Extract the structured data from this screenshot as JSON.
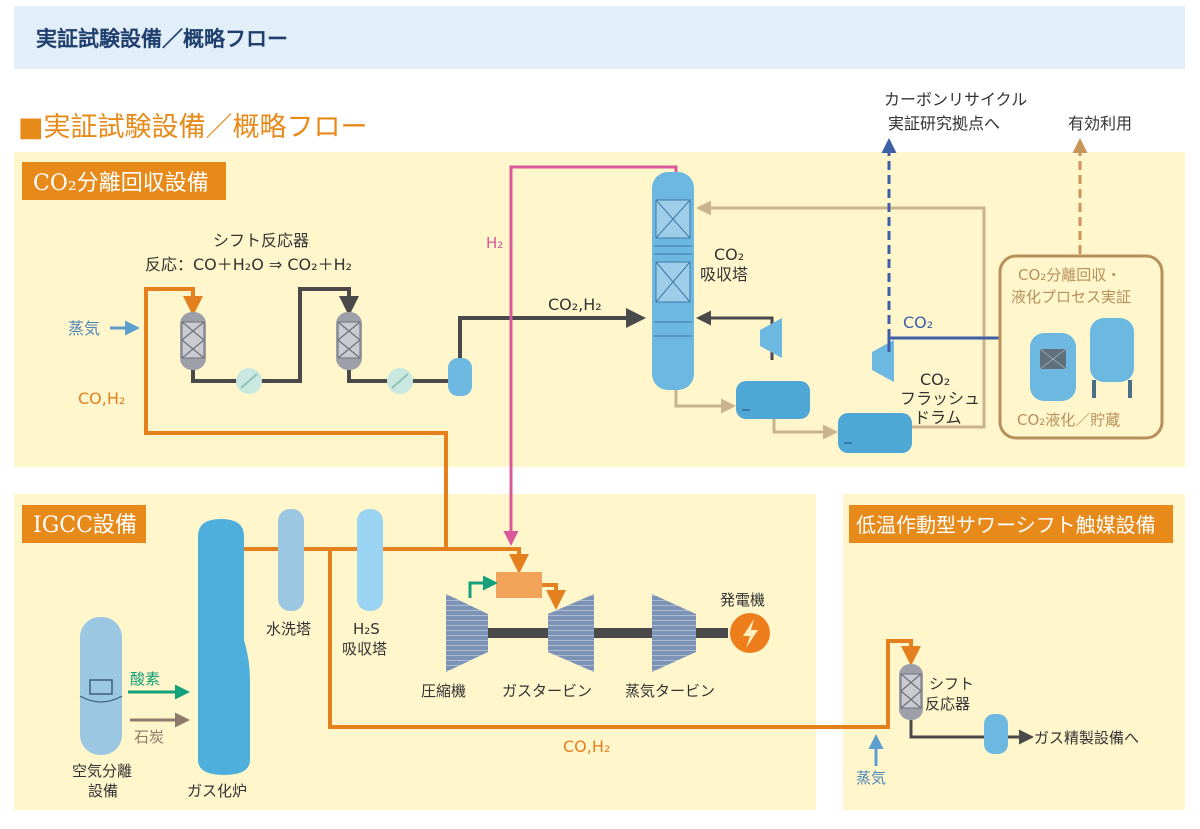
{
  "header": {
    "title": "実証試験設備／概略フロー"
  },
  "section_title": "■実証試験設備／概略フロー",
  "areas": {
    "co2": {
      "label": "CO₂分離回収設備"
    },
    "igcc": {
      "label": "IGCC設備"
    },
    "sour": {
      "label": "低温作動型サワーシフト触媒設備"
    },
    "liquefaction": {
      "line1": "CO₂分離回収・",
      "line2": "液化プロセス実証",
      "storage": "CO₂液化／貯蔵"
    }
  },
  "labels": {
    "shift_reactor": "シフト反応器",
    "reaction": "反応：CO＋H₂O ⇒ CO₂＋H₂",
    "steam": "蒸気",
    "co_h2": "CO,H₂",
    "co2_h2": "CO₂,H₂",
    "h2": "H₂",
    "absorber_1": "CO₂",
    "absorber_2": "吸収塔",
    "flash_1": "CO₂",
    "flash_2": "フラッシュ",
    "flash_3": "ドラム",
    "co2": "CO₂",
    "carbon_1": "カーボンリサイクル",
    "carbon_2": "実証研究拠点へ",
    "effective_use": "有効利用",
    "water_wash": "水洗塔",
    "h2s_1": "H₂S",
    "h2s_2": "吸収塔",
    "compressor": "圧縮機",
    "gas_turbine": "ガスタービン",
    "steam_turbine": "蒸気タービン",
    "generator": "発電機",
    "oxygen": "酸素",
    "coal": "石炭",
    "asu_1": "空気分離",
    "asu_2": "設備",
    "gasifier": "ガス化炉",
    "sour_shift_1": "シフト",
    "sour_shift_2": "反応器",
    "to_gas_purification": "ガス精製設備へ",
    "sour_steam": "蒸気",
    "sour_co_h2": "CO,H₂"
  },
  "colors": {
    "orange_line": "#E5801E",
    "pink_line": "#D9589A",
    "blue_line": "#3C5FA6",
    "tan_line": "#C9B48E",
    "dark_line": "#4A4A4A",
    "equipment_blue": "#5AAED8",
    "area_fill": "#FFF6CC",
    "label_orange": "#E88A1A",
    "header_bg": "#E3EFF8"
  }
}
